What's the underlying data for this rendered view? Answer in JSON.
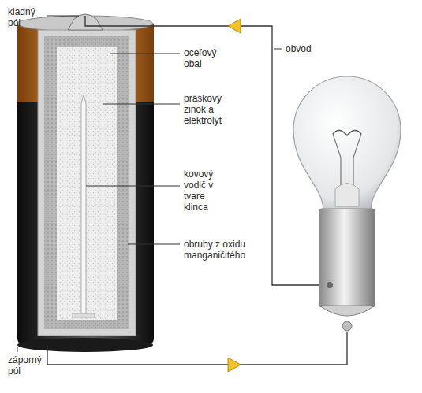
{
  "diagram": {
    "labels": [
      "kladný pól",
      "oceľový obal",
      "obvod",
      "práškový zinok a elektrolyt",
      "kovový vodič v tvare klinca",
      "obruby z oxidu manganičitého",
      "záporný pól"
    ]
  }
}
